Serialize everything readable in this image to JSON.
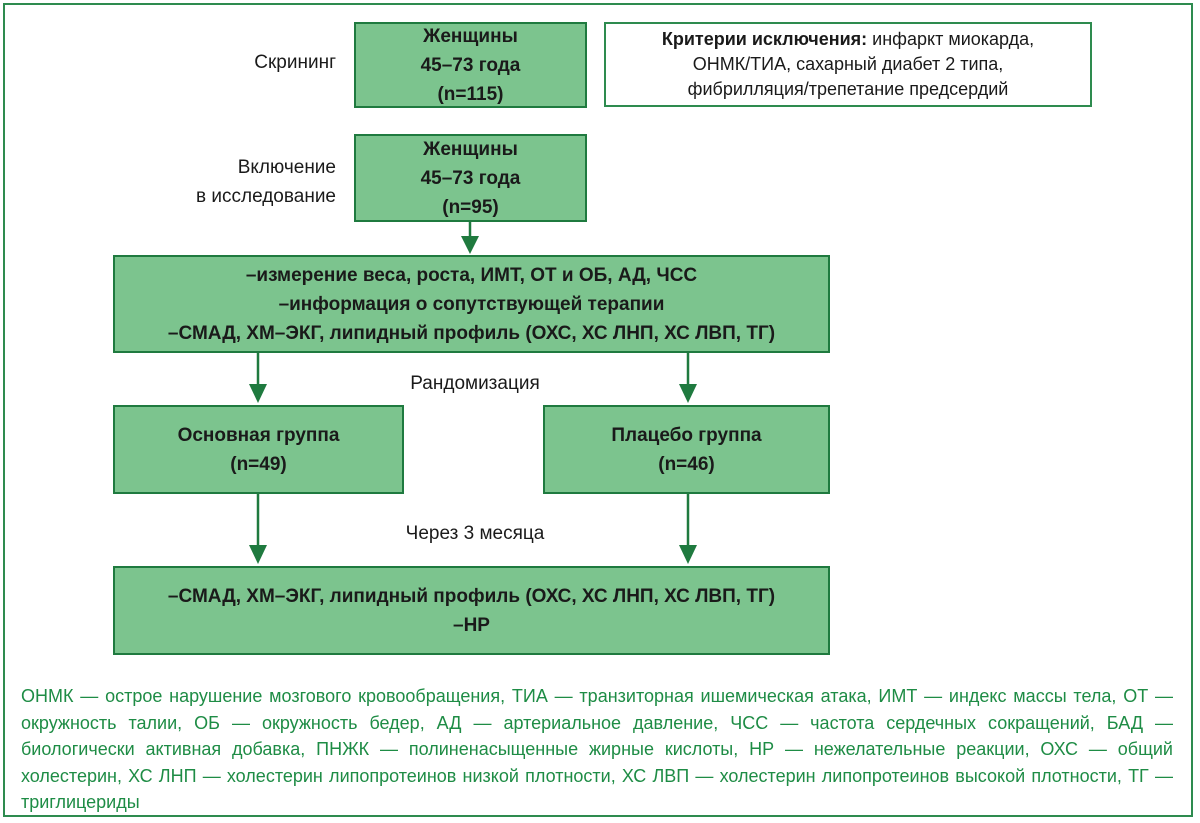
{
  "screening": {
    "label": "Скрининг",
    "box_lines": [
      "Женщины",
      "45–73 года",
      "(n=115)"
    ]
  },
  "exclusion": {
    "title": "Критерии исключения:",
    "text_first": " инфаркт миокарда,",
    "text_lines": [
      "ОНМК/ТИА, сахарный диабет 2 типа,",
      "фибрилляция/трепетание предсердий"
    ]
  },
  "inclusion": {
    "label_lines": [
      "Включение",
      "в исследование"
    ],
    "box_lines": [
      "Женщины",
      "45–73 года",
      "(n=95)"
    ]
  },
  "measurements": {
    "lines": [
      "–измерение веса, роста, ИМТ, ОТ и ОБ, АД, ЧСС",
      "–информация о сопутствующей терапии",
      "–СМАД, ХМ–ЭКГ, липидный профиль (ОХС, ХС ЛНП, ХС ЛВП, ТГ)"
    ]
  },
  "randomization": {
    "label": "Рандомизация"
  },
  "main_group": {
    "lines": [
      "Основная группа",
      "(n=49)"
    ]
  },
  "placebo_group": {
    "lines": [
      "Плацебо группа",
      "(n=46)"
    ]
  },
  "followup": {
    "label": "Через 3 месяца"
  },
  "final": {
    "lines": [
      "–СМАД, ХМ–ЭКГ, липидный профиль (ОХС, ХС ЛНП, ХС ЛВП, ТГ)",
      "–НР"
    ]
  },
  "legend": {
    "text": "ОНМК — острое нарушение мозгового кровообращения, ТИА — транзиторная ишемическая атака, ИМТ — индекс массы тела, ОТ — окружность талии, ОБ — окружность бедер, АД — артериальное давление, ЧСС — частота сердечных сокращений, БАД — биологически активная добавка, ПНЖК — полиненасыщенные жирные кислоты, НР — нежелательные реакции, ОХС — общий холестерин, ХС ЛНП — холестерин липопротеинов низкой плотности, ХС ЛВП — холестерин липопротеинов высокой плотности, ТГ — триглицериды"
  },
  "colors": {
    "box_fill": "#7cc48e",
    "box_border": "#1f7a3f",
    "arrow": "#1f7a3f",
    "legend_text": "#1e8c45"
  }
}
